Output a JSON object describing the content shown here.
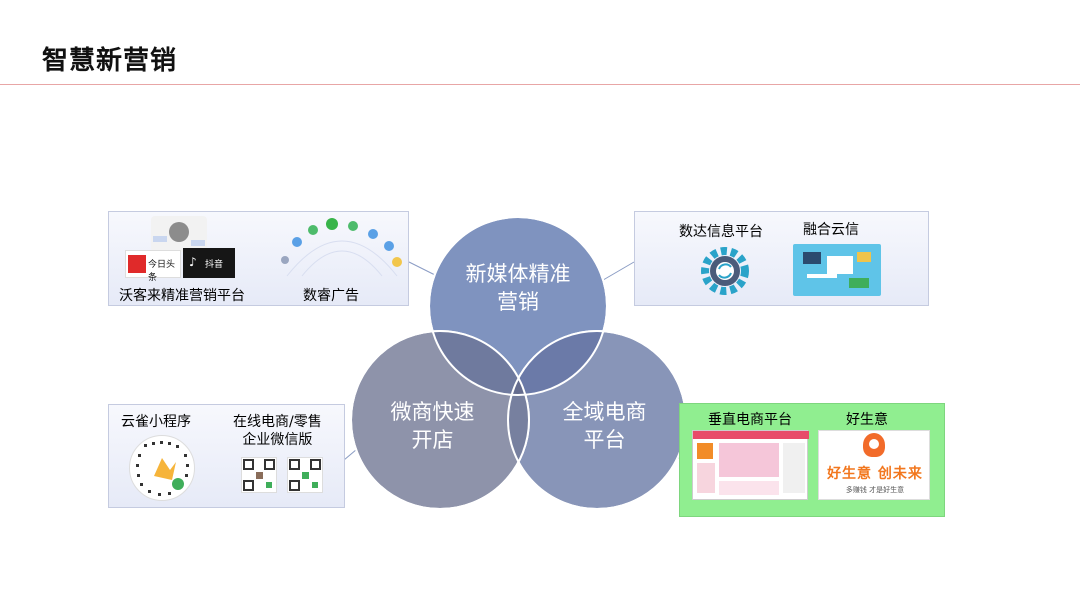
{
  "page": {
    "title": "智慧新营销"
  },
  "circles": {
    "top": "新媒体精准\n营销",
    "left": "微商快速\n开店",
    "right": "全域电商\n平台"
  },
  "boxes": {
    "top_left": {
      "label_1": "沃客来精准营销平台",
      "label_2": "数睿广告",
      "logo_toutiao": "今日头条",
      "logo_douyin": "抖音"
    },
    "top_right": {
      "label_1": "数达信息平台",
      "label_2": "融合云信"
    },
    "bottom_left": {
      "label_1": "云雀小程序",
      "label_2": "在线电商/零售\n企业微信版"
    },
    "bottom_right": {
      "label_1": "垂直电商平台",
      "label_2": "好生意",
      "slogan": "好生意 创未来",
      "slogan_sub": "多赚钱 才是好生意"
    }
  },
  "colors": {
    "circle_top": "#7f93bf",
    "circle_left": "#8e93aa",
    "circle_right": "#8895b8",
    "title_rule": "#e8a6a6",
    "green_box": "#90ee90"
  }
}
